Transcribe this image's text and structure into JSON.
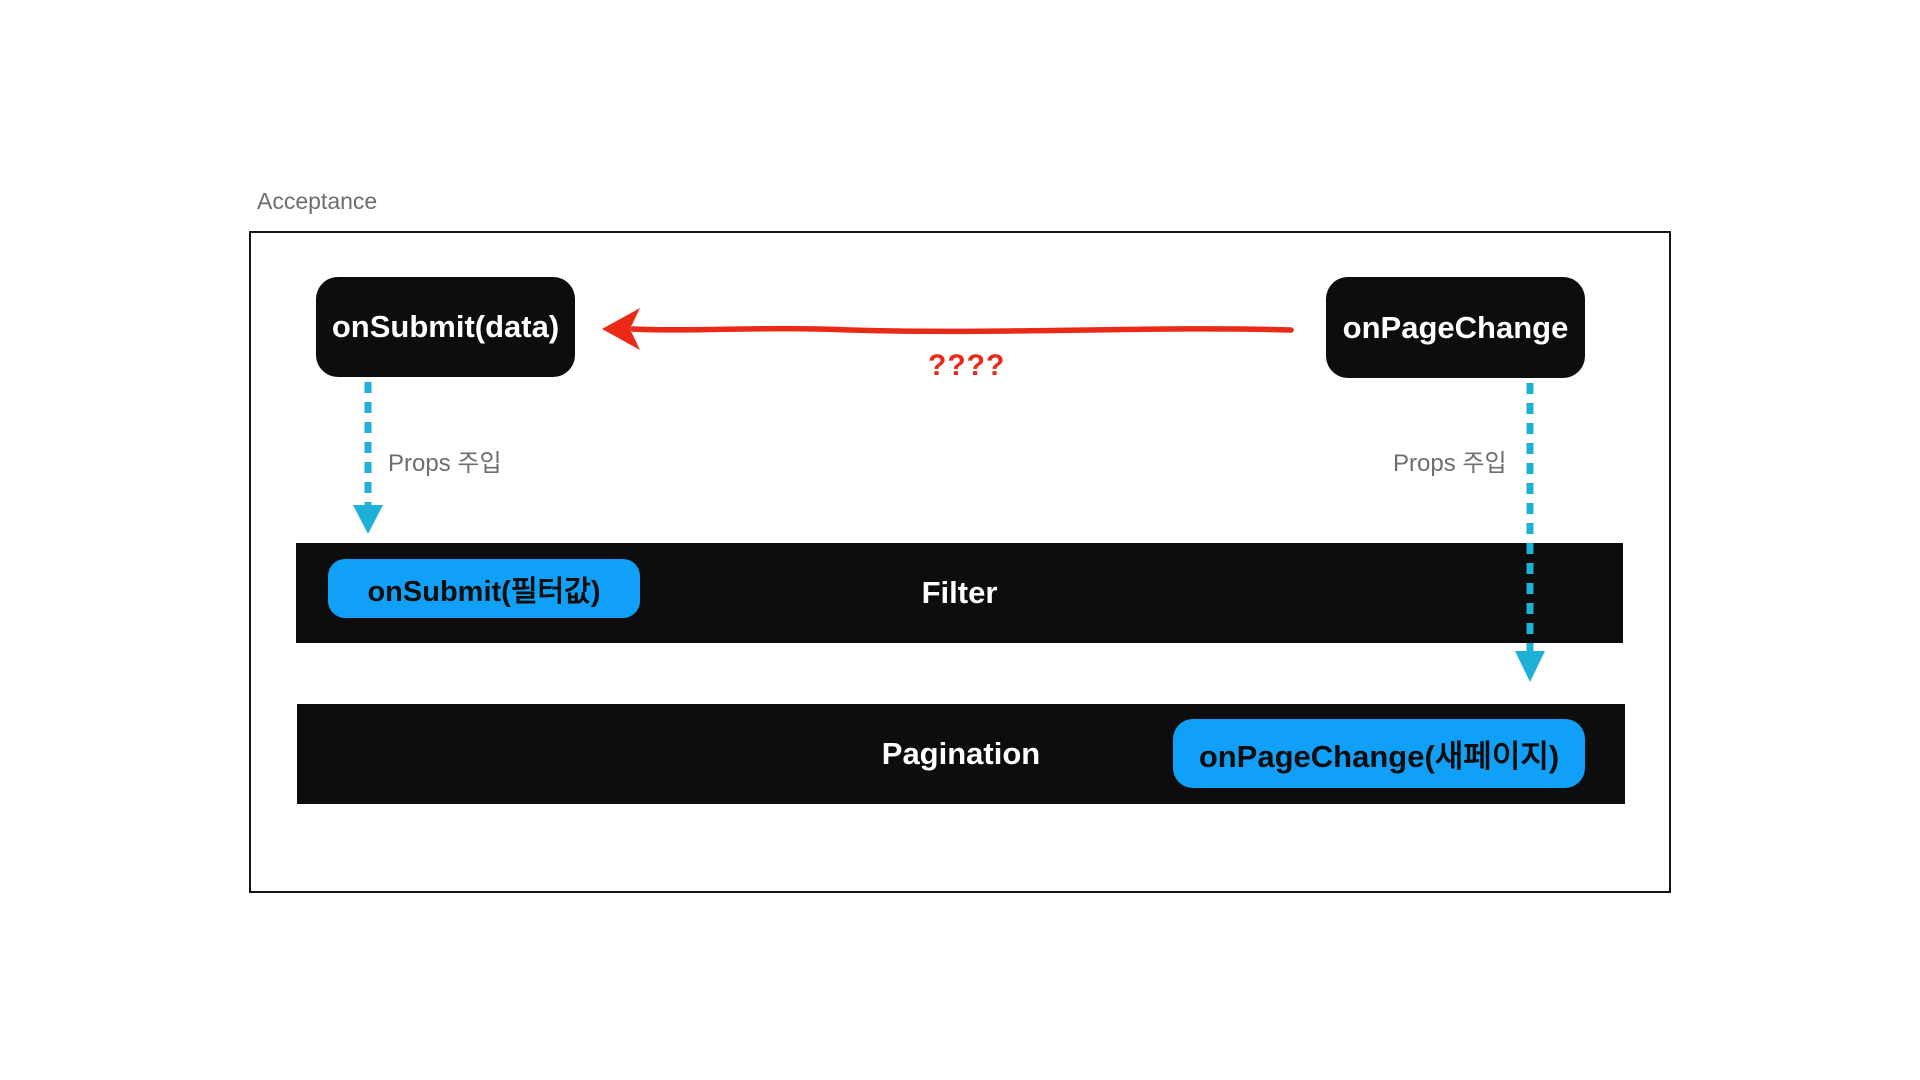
{
  "diagram": {
    "frame_label": "Acceptance",
    "nodes": {
      "on_submit_data": {
        "label": "onSubmit(data)"
      },
      "on_page_change": {
        "label": "onPageChange"
      }
    },
    "bars": {
      "filter": {
        "label": "Filter",
        "button_label": "onSubmit(필터값)"
      },
      "pagination": {
        "label": "Pagination",
        "button_label": "onPageChange(새페이지)"
      }
    },
    "annotations": {
      "question_marks": "????",
      "props_left": "Props 주입",
      "props_right": "Props 주입"
    },
    "colors": {
      "shape_black": "#0d0d0d",
      "accent_blue": "#11a0f8",
      "dashed_cyan": "#1fb0d8",
      "arrow_red": "#ea2a16",
      "muted_gray": "#6e6e6e",
      "frame_border": "#161616"
    }
  }
}
